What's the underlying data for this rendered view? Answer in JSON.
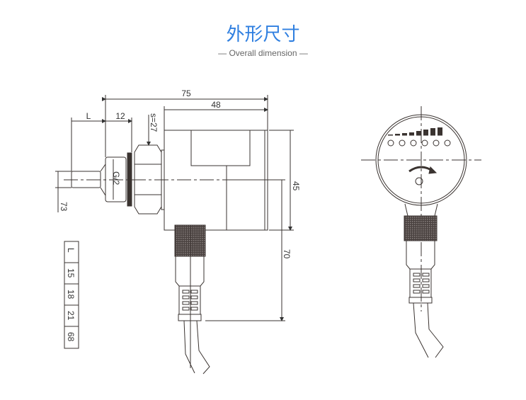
{
  "header": {
    "title": "外形尺寸",
    "subtitle": "— Overall dimension —"
  },
  "dimensions": {
    "overall_length": "75",
    "body_length": "48",
    "probe_length": "L",
    "thread_length": "12",
    "wrench_size": "s=27",
    "thread": "G/2",
    "probe_diameter": "73",
    "body_height": "45",
    "connector_length": "70"
  },
  "length_table": {
    "header": "L",
    "values": [
      "15",
      "18",
      "21",
      "68"
    ]
  },
  "colors": {
    "title": "#2f7fe0",
    "line": "#3a3330"
  }
}
